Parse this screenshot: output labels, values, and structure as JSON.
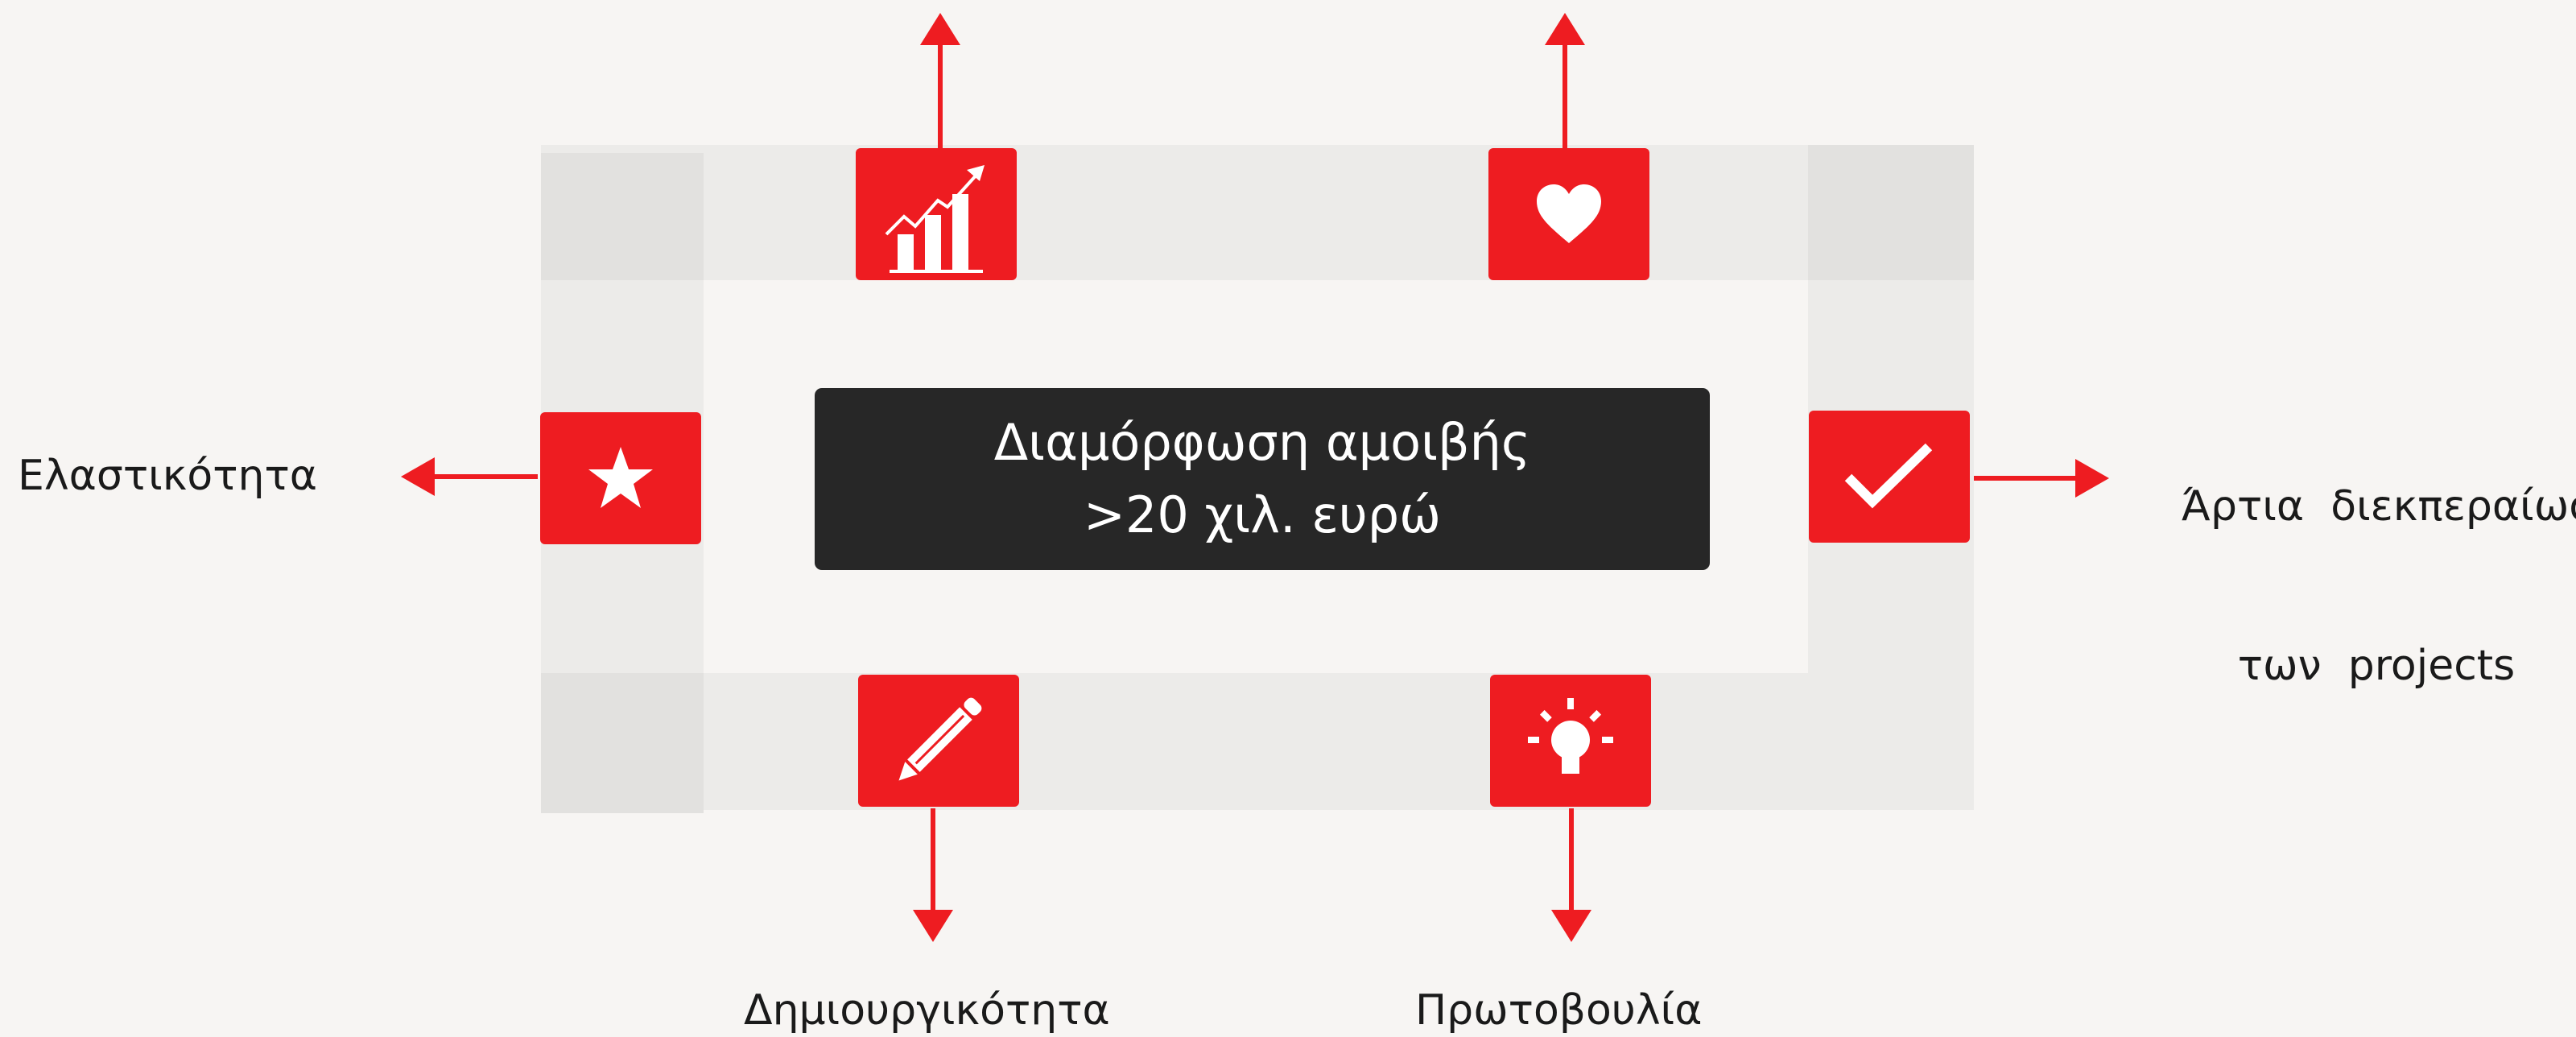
{
  "center": {
    "line1": "Διαμόρφωση αμοιβής",
    "line2": ">20 χιλ. ευρώ"
  },
  "nodes": [
    {
      "id": "growth",
      "icon": "bar-chart-growth-icon",
      "label": ""
    },
    {
      "id": "heart",
      "icon": "heart-icon",
      "label": ""
    },
    {
      "id": "star",
      "icon": "star-icon",
      "label": "Ελαστικότητα"
    },
    {
      "id": "check",
      "icon": "checkmark-icon",
      "label_line1": "Άρτια  διεκπεραίωση",
      "label_line2": "των  projects"
    },
    {
      "id": "pencil",
      "icon": "pencil-icon",
      "label": "Δημιουργικότητα"
    },
    {
      "id": "bulb",
      "icon": "lightbulb-icon",
      "label": "Πρωτοβουλία"
    }
  ],
  "colors": {
    "accent": "#ee1c21",
    "center_box": "#272727",
    "frame_band": "#ecebe9",
    "frame_corner": "#e2e1df",
    "background": "#f7f5f3"
  }
}
